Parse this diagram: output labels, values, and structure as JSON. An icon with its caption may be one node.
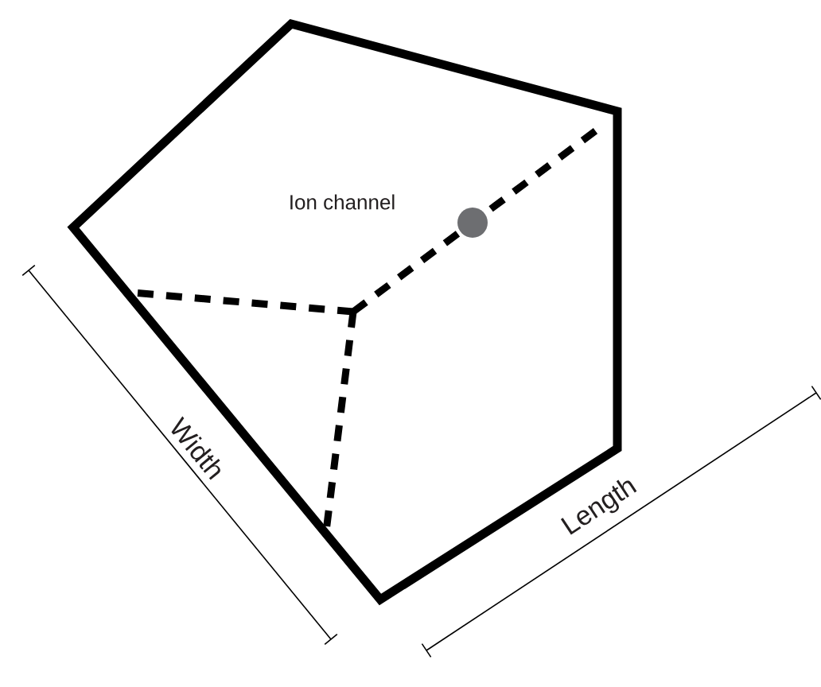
{
  "diagram": {
    "labels": [
      "Ion channel",
      "Width",
      "Length"
    ]
  }
}
